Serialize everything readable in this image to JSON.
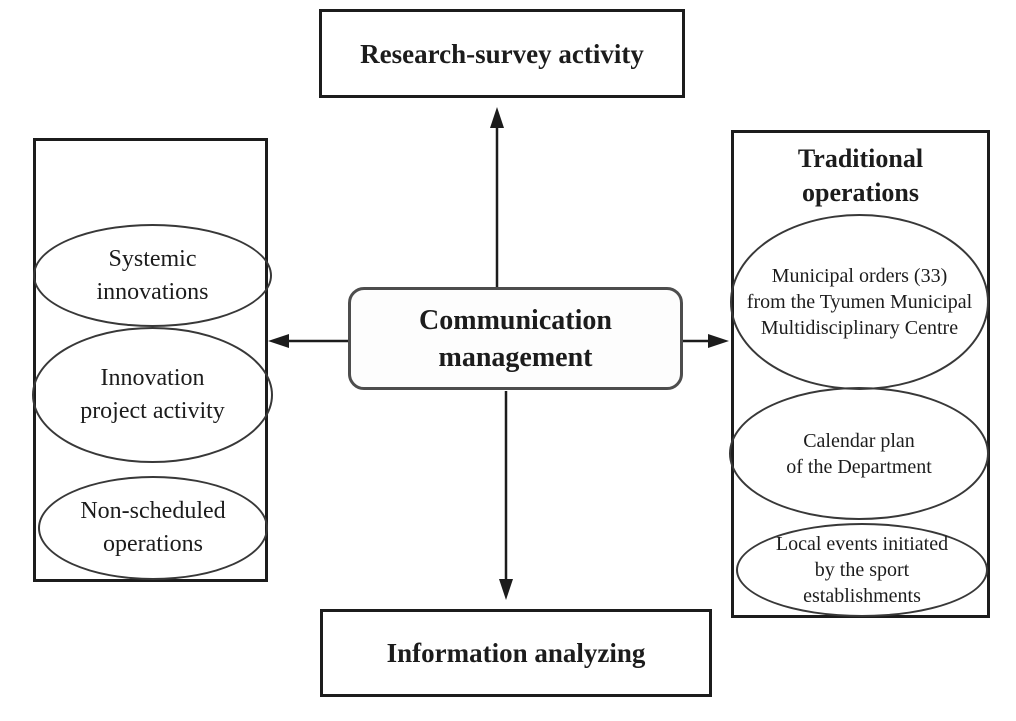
{
  "diagram": {
    "center": {
      "label": "Communication\nmanagement"
    },
    "top": {
      "label": "Research-survey activity"
    },
    "bottom": {
      "label": "Information analyzing"
    },
    "left_group": {
      "items": [
        {
          "label": "Systemic\ninnovations"
        },
        {
          "label": "Innovation\nproject activity"
        },
        {
          "label": "Non-scheduled\noperations"
        }
      ]
    },
    "right_group": {
      "title": "Traditional\noperations",
      "items": [
        {
          "label": "Municipal orders (33)\nfrom the Tyumen Municipal\nMultidisciplinary Centre"
        },
        {
          "label": "Calendar plan\nof the Department"
        },
        {
          "label": "Local events initiated\nby the sport\nestablishments"
        }
      ]
    },
    "colors": {
      "stroke": "#1c1c1c",
      "center_border": "#4d4d4d",
      "background": "#ffffff"
    }
  }
}
